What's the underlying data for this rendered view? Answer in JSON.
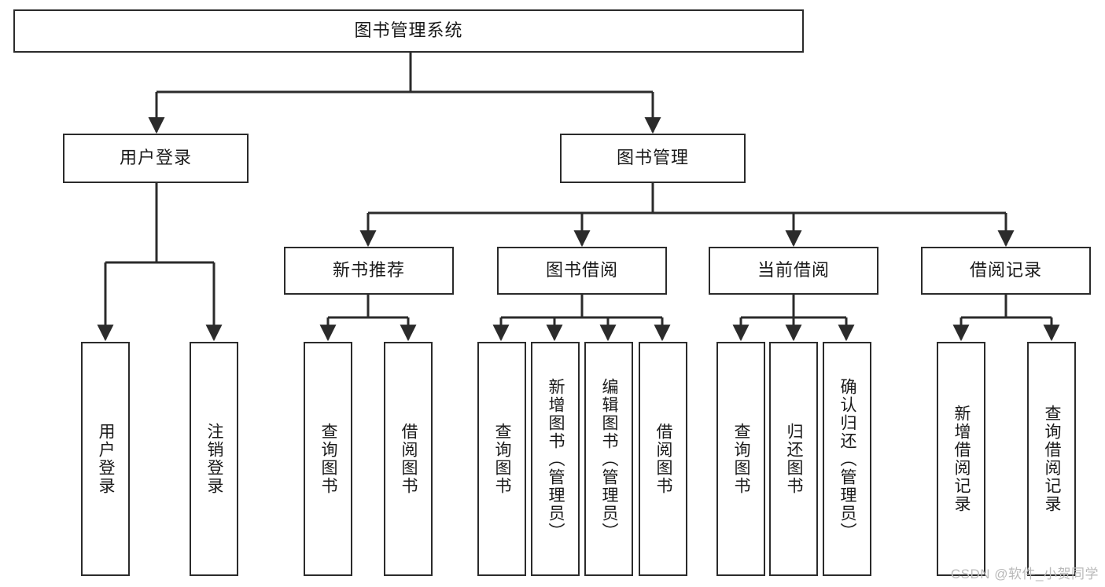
{
  "diagram": {
    "title": "图书管理系统",
    "type": "tree",
    "watermark": "CSDN @软件_小贺同学",
    "levels": {
      "root": {
        "label": "图书管理系统"
      },
      "level2": [
        {
          "id": "user-login",
          "label": "用户登录"
        },
        {
          "id": "book-management",
          "label": "图书管理"
        }
      ],
      "level3": [
        {
          "id": "new-book-recommend",
          "label": "新书推荐",
          "parent": "book-management"
        },
        {
          "id": "book-borrow",
          "label": "图书借阅",
          "parent": "book-management"
        },
        {
          "id": "current-borrow",
          "label": "当前借阅",
          "parent": "book-management"
        },
        {
          "id": "borrow-record",
          "label": "借阅记录",
          "parent": "book-management"
        }
      ],
      "leaves": [
        {
          "id": "leaf-user-login",
          "label": "用户登录",
          "parent": "user-login"
        },
        {
          "id": "leaf-logout-login",
          "label": "注销登录",
          "parent": "user-login"
        },
        {
          "id": "leaf-query-book-1",
          "label": "查询图书",
          "parent": "new-book-recommend"
        },
        {
          "id": "leaf-borrow-book-1",
          "label": "借阅图书",
          "parent": "new-book-recommend"
        },
        {
          "id": "leaf-query-book-2",
          "label": "查询图书",
          "parent": "book-borrow"
        },
        {
          "id": "leaf-add-book",
          "label": "新增图书（管理员）",
          "parent": "book-borrow"
        },
        {
          "id": "leaf-edit-book",
          "label": "编辑图书（管理员）",
          "parent": "book-borrow"
        },
        {
          "id": "leaf-borrow-book-2",
          "label": "借阅图书",
          "parent": "book-borrow"
        },
        {
          "id": "leaf-query-book-3",
          "label": "查询图书",
          "parent": "current-borrow"
        },
        {
          "id": "leaf-return-book",
          "label": "归还图书",
          "parent": "current-borrow"
        },
        {
          "id": "leaf-confirm-return",
          "label": "确认归还（管理员）",
          "parent": "current-borrow"
        },
        {
          "id": "leaf-add-record",
          "label": "新增借阅记录",
          "parent": "borrow-record"
        },
        {
          "id": "leaf-query-record",
          "label": "查询借阅记录",
          "parent": "borrow-record"
        }
      ]
    },
    "colors": {
      "border": "#2b2b2b",
      "background": "#ffffff",
      "text": "#1a1a1a",
      "watermark": "#b9b9b9"
    }
  }
}
